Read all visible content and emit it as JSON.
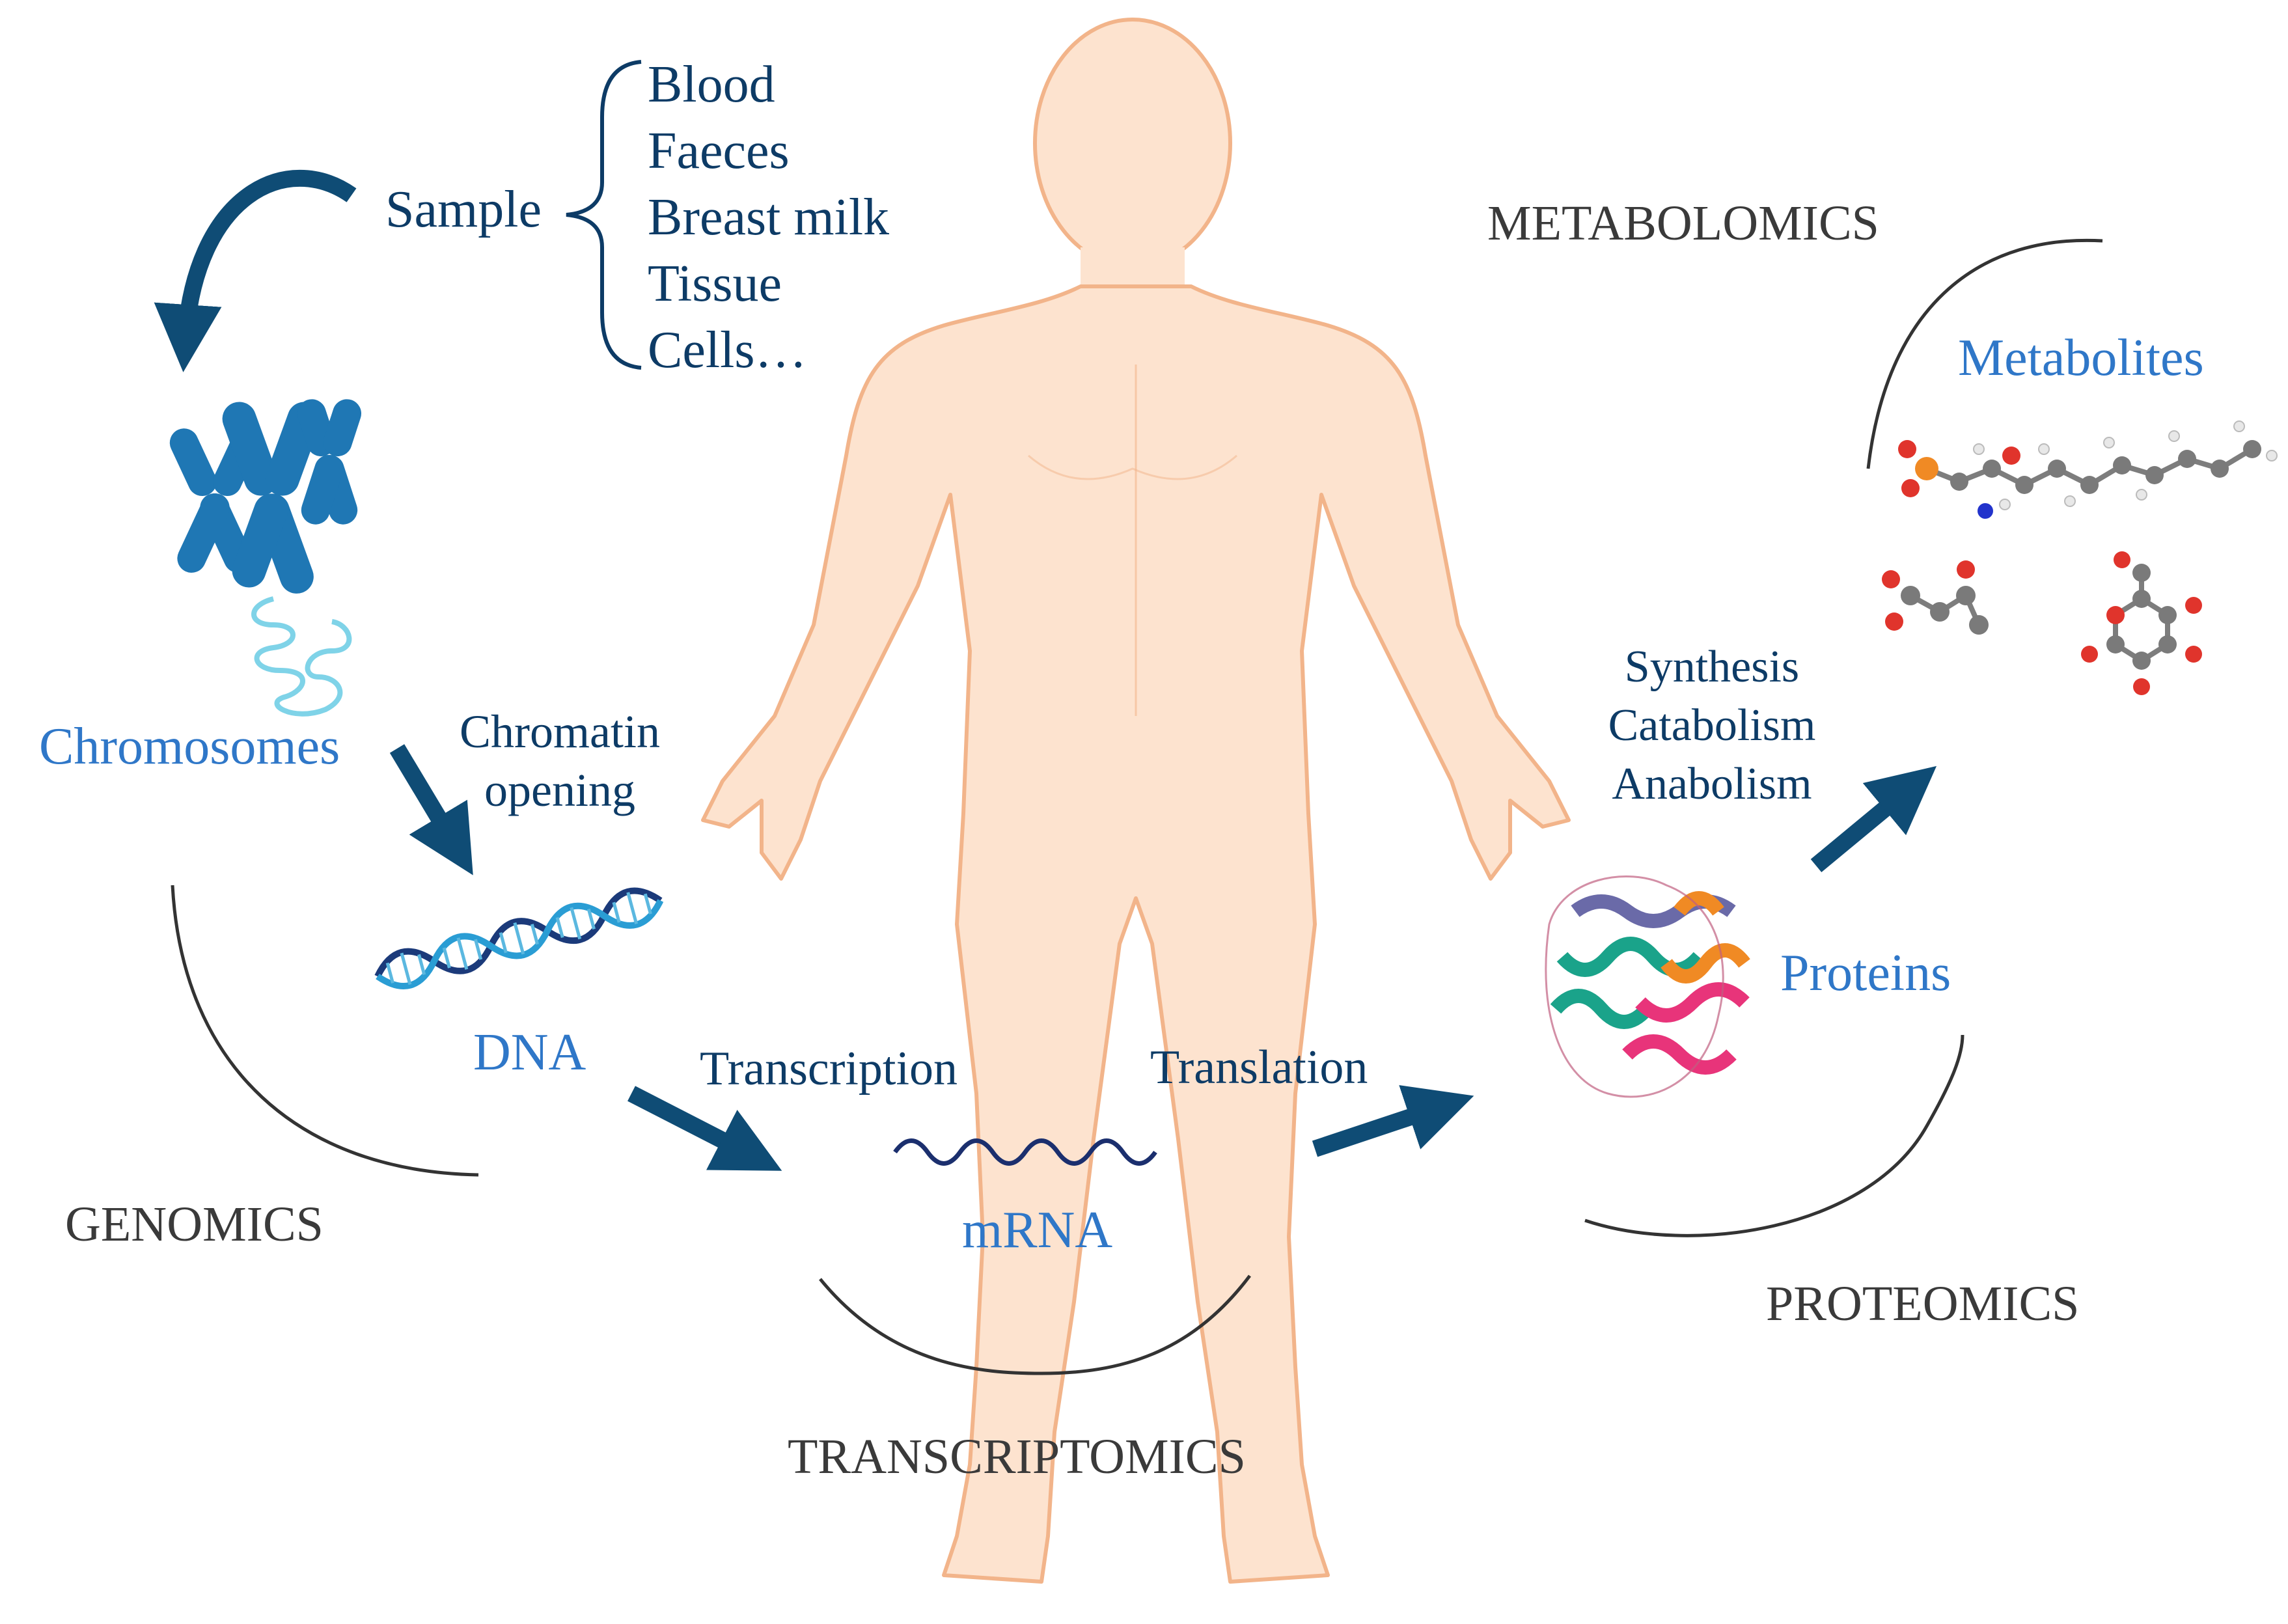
{
  "colors": {
    "dark_text": "#0d3b66",
    "blue_text": "#2f77c8",
    "omics_text": "#3a3a3a",
    "arrow": "#0f4c75",
    "skin": "#fde3cf",
    "skin_outline": "#f2b48a",
    "chromosome": "#1f77b4",
    "dna_strand": "#1b3a7a"
  },
  "sample": {
    "label": "Sample",
    "items": [
      "Blood",
      "Faeces",
      "Breast milk",
      "Tissue",
      "Cells…"
    ]
  },
  "genomics": {
    "chromosomes_label": "Chromosomes",
    "chromatin_label": [
      "Chromatin",
      "opening"
    ],
    "dna_label": "DNA",
    "omics_label": "GENOMICS"
  },
  "transcriptomics": {
    "transcription_label": "Transcription",
    "mrna_label": "mRNA",
    "omics_label": "TRANSCRIPTOMICS"
  },
  "proteomics": {
    "translation_label": "Translation",
    "proteins_label": "Proteins",
    "omics_label": "PROTEOMICS"
  },
  "metabolomics": {
    "processes": [
      "Synthesis",
      "Catabolism",
      "Anabolism"
    ],
    "metabolites_label": "Metabolites",
    "omics_label": "METABOLOMICS"
  },
  "icons": [
    "human-body-icon",
    "chromosomes-icon",
    "dna-helix-icon",
    "mrna-strand-icon",
    "protein-structure-icon",
    "metabolite-molecule-icon"
  ]
}
